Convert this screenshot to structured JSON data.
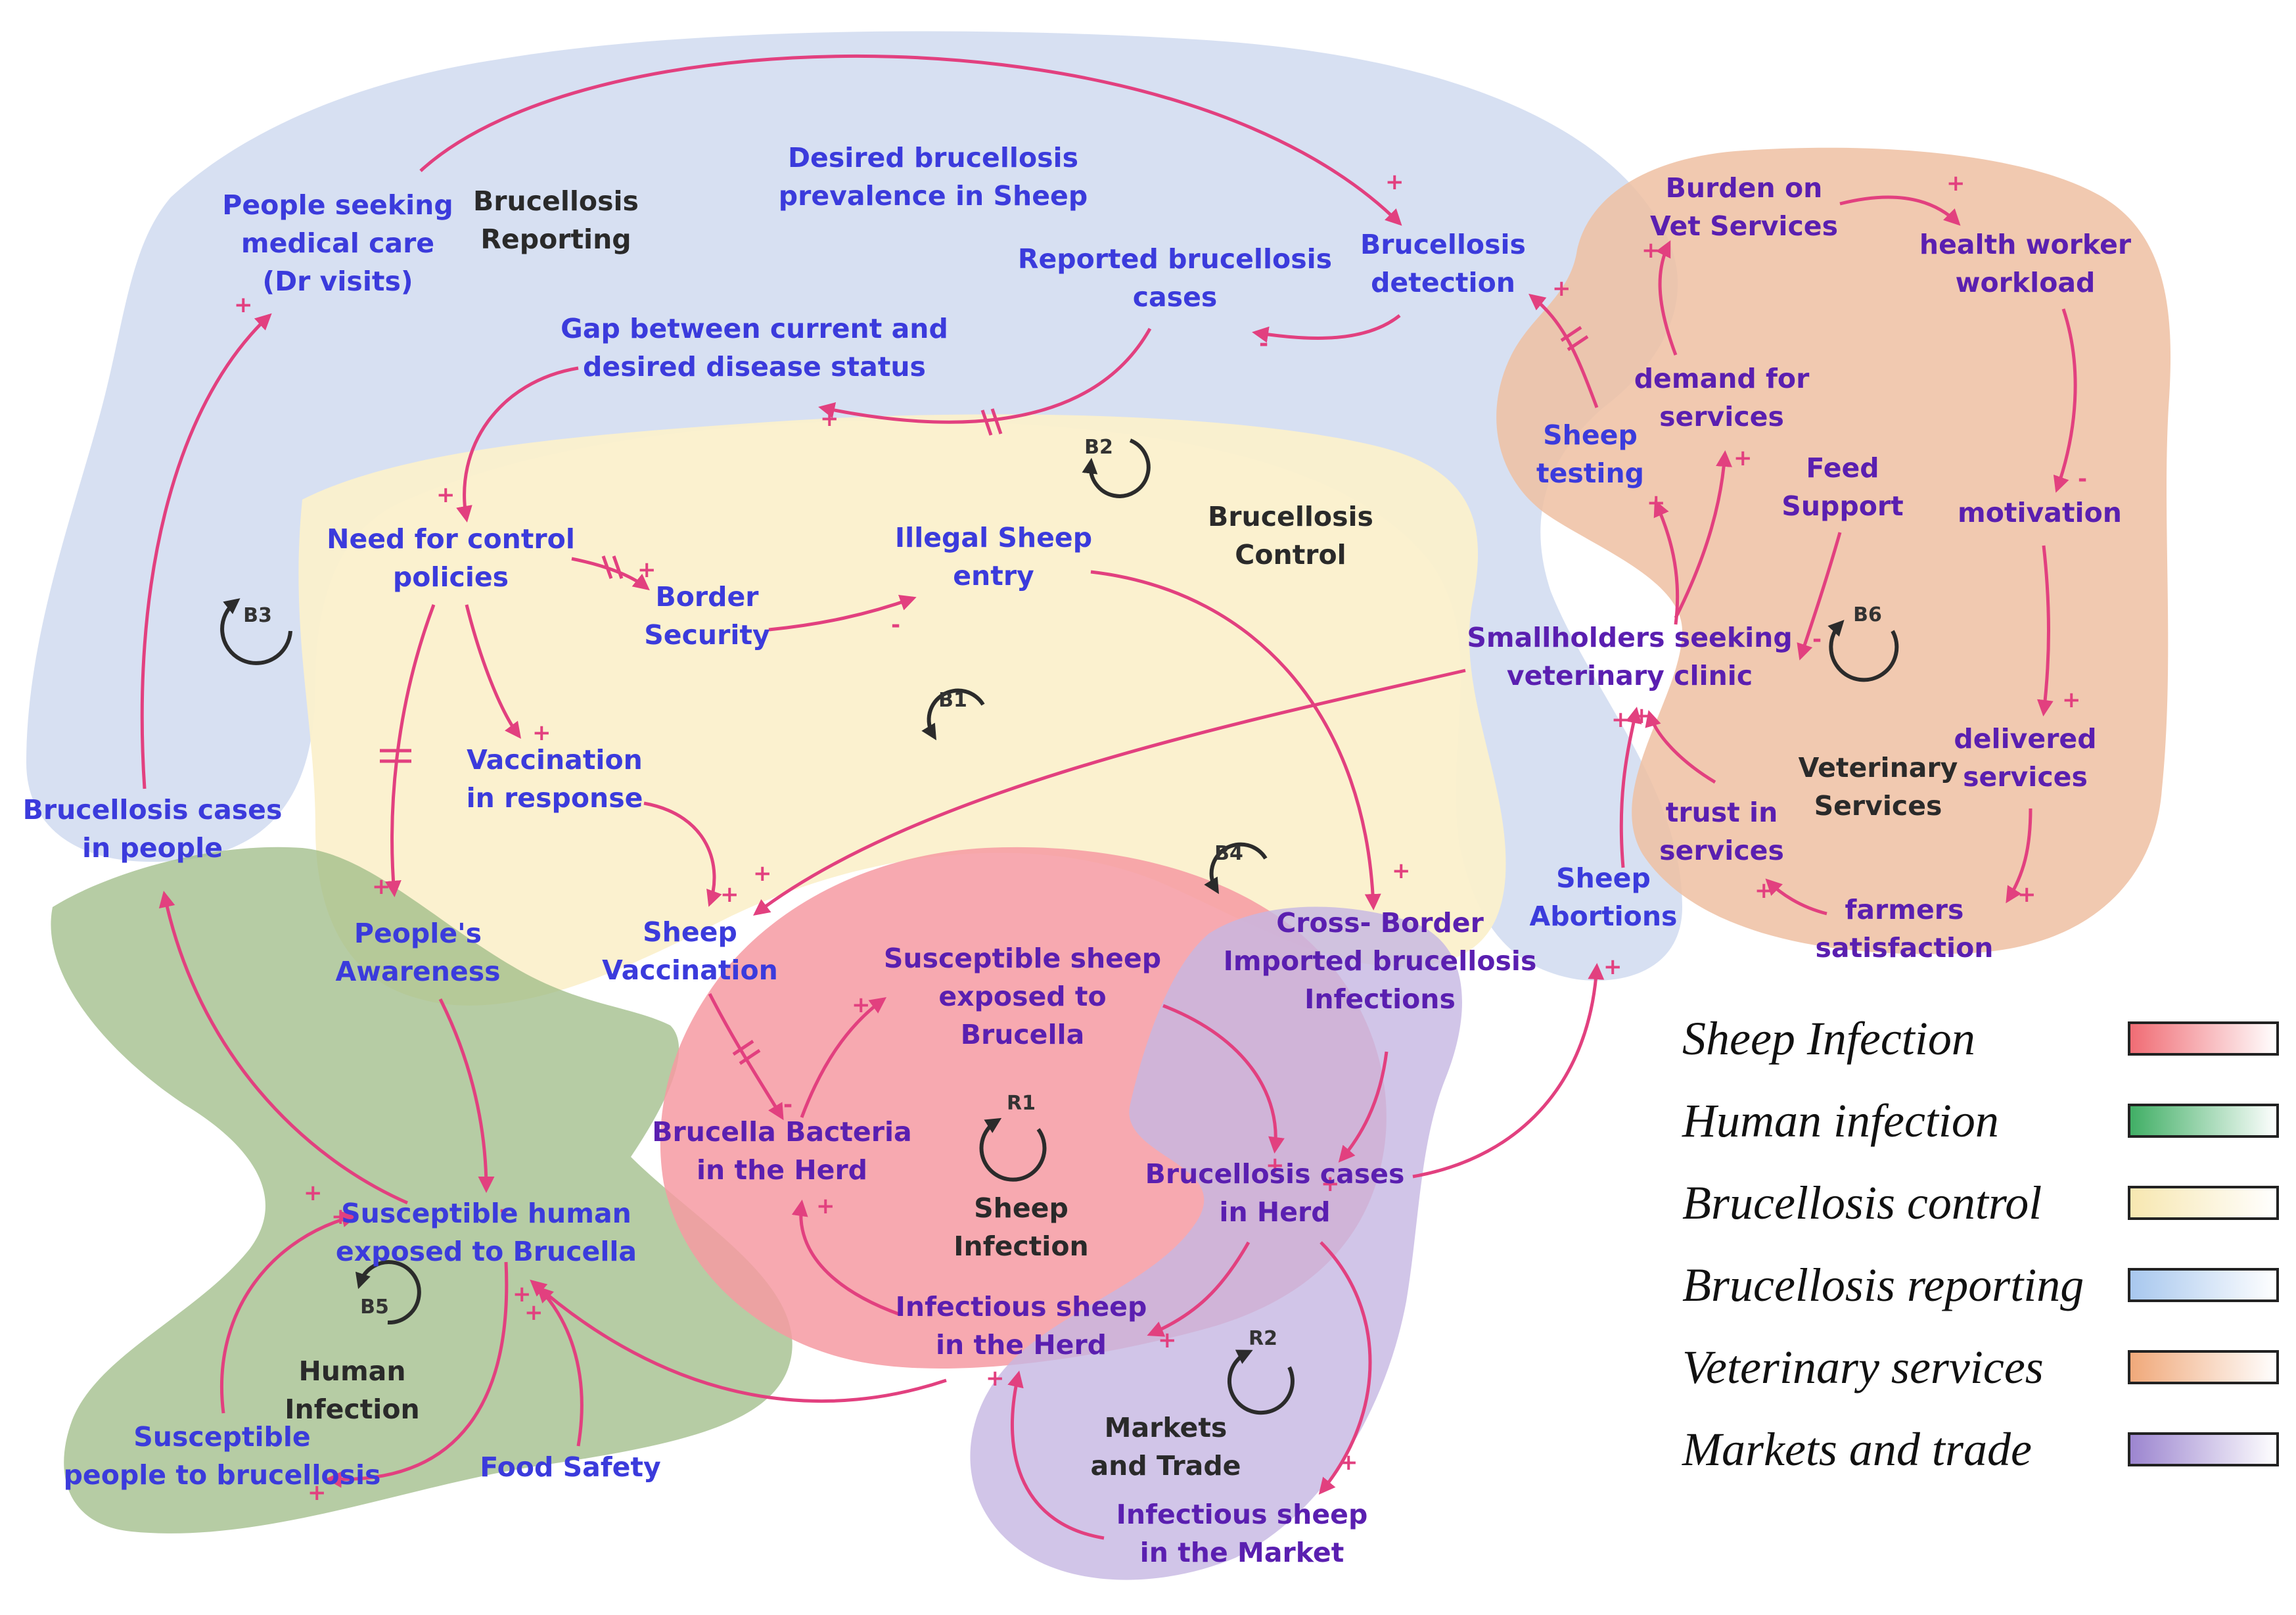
{
  "regions": {
    "reporting": "Brucellosis\nReporting",
    "control": "Brucellosis\nControl",
    "vet": "Veterinary\nServices",
    "sheep": "Sheep\nInfection",
    "human": "Human\nInfection",
    "markets": "Markets\nand Trade"
  },
  "variables": {
    "people_seeking": "People seeking\nmedical care\n(Dr visits)",
    "desired_prev": "Desired brucellosis\nprevalence in Sheep",
    "detection": "Brucellosis\ndetection",
    "reported_cases": "Reported brucellosis\ncases",
    "gap": "Gap between current and\ndesired disease status",
    "need_control": "Need for control\npolicies",
    "illegal_entry": "Illegal Sheep\nentry",
    "border_security": "Border\nSecurity",
    "vaccination_resp": "Vaccination\nin response",
    "cases_people": "Brucellosis cases\nin people",
    "awareness": "People's\nAwareness",
    "sheep_vacc": "Sheep\nVaccination",
    "cross_border": "Cross- Border\nImported brucellosis\nInfections",
    "susc_exposed": "Susceptible sheep\nexposed to\nBrucella",
    "bacteria_herd": "Brucella Bacteria\nin the Herd",
    "cases_herd": "Brucellosis cases\nin Herd",
    "infectious_herd": "Infectious sheep\nin the Herd",
    "infectious_market": "Infectious sheep\nin the Market",
    "susc_human": "Susceptible human\nexposed to Brucella",
    "susc_people": "Susceptible\npeople to brucellosis",
    "food_safety": "Food Safety",
    "burden_vet": "Burden on\nVet Services",
    "hw_workload": "health worker\nworkload",
    "demand": "demand for\nservices",
    "sheep_testing": "Sheep\ntesting",
    "feed_support": "Feed\nSupport",
    "motivation": "motivation",
    "smallholders": "Smallholders seeking\nveterinary clinic",
    "delivered": "delivered\nservices",
    "trust": "trust in\nservices",
    "sheep_abortions": "Sheep\nAbortions",
    "farmers_sat": "farmers\nsatisfaction"
  },
  "loops": [
    "B1",
    "B2",
    "B3",
    "B4",
    "B5",
    "B6",
    "R1",
    "R2"
  ],
  "legend": [
    {
      "label": "Sheep Infection",
      "color": "#f06b73"
    },
    {
      "label": "Human infection",
      "color": "#3fae64"
    },
    {
      "label": "Brucellosis control",
      "color": "#f7e7b0"
    },
    {
      "label": "Brucellosis reporting",
      "color": "#a7c7ee"
    },
    {
      "label": "Veterinary services",
      "color": "#f0a879"
    },
    {
      "label": "Markets and trade",
      "color": "#9b84cf"
    }
  ]
}
